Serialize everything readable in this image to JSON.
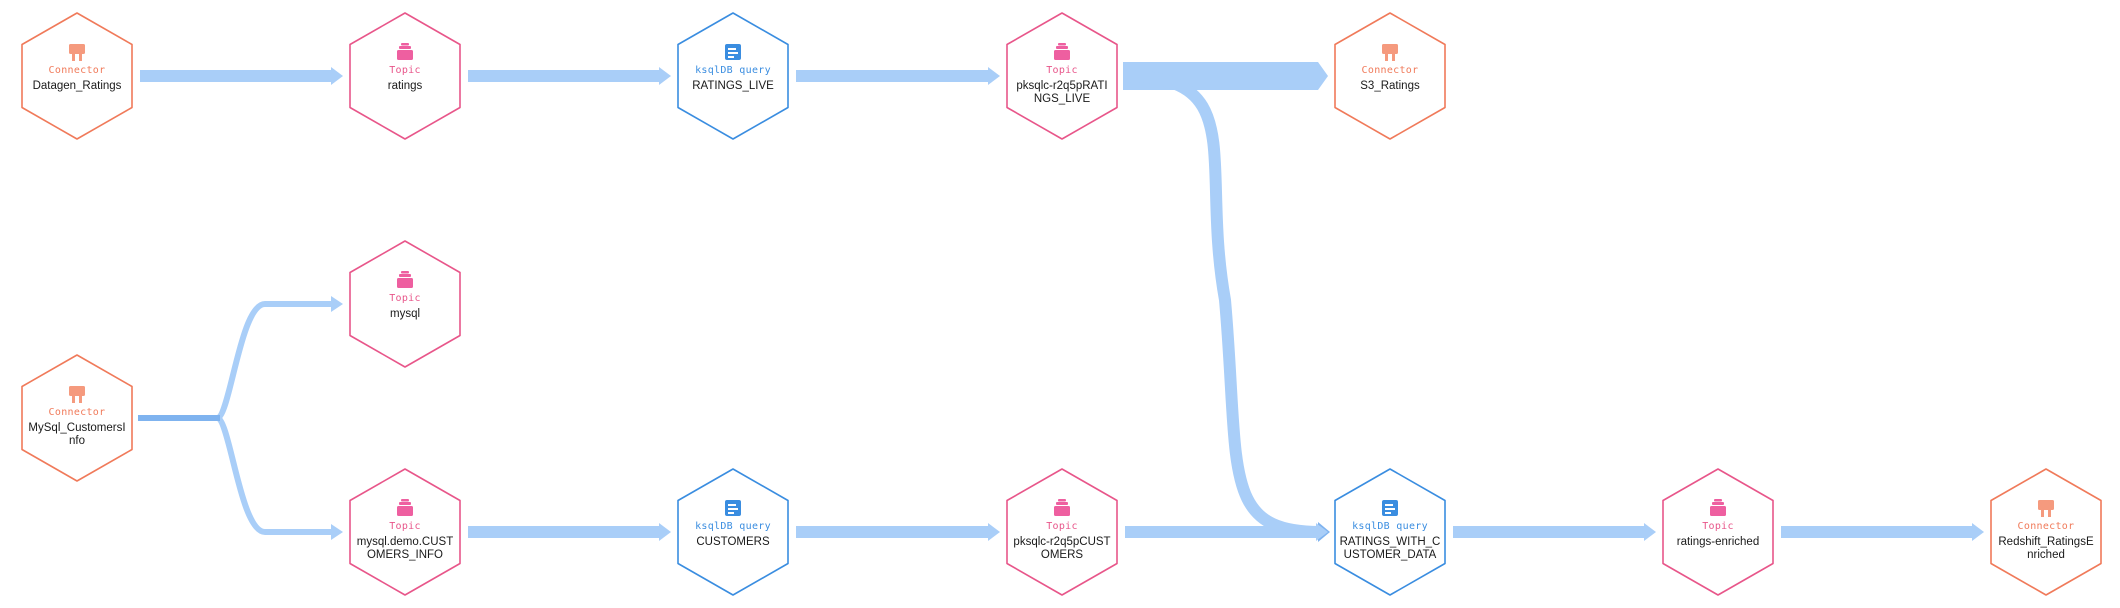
{
  "colors": {
    "connector": "#f07a5a",
    "connector_icon": "#f59a7e",
    "topic": "#e8568a",
    "topic_icon": "#ee5fa0",
    "query": "#3a8de0",
    "query_icon": "#3a8de0",
    "edge": "#a9cef8",
    "edge_dark": "#7fb3ef"
  },
  "nodes": [
    {
      "id": "datagen",
      "type": "connector",
      "type_label": "Connector",
      "name": [
        "Datagen_Ratings"
      ],
      "icon": "connector-icon"
    },
    {
      "id": "ratings",
      "type": "topic",
      "type_label": "Topic",
      "name": [
        "ratings"
      ],
      "icon": "topic-icon"
    },
    {
      "id": "ratings_live_q",
      "type": "query",
      "type_label": "ksqlDB query",
      "name": [
        "RATINGS_LIVE"
      ],
      "icon": "query-icon"
    },
    {
      "id": "pk_ratings_live",
      "type": "topic",
      "type_label": "Topic",
      "name": [
        "pksqlc-r2q5pRATI",
        "NGS_LIVE"
      ],
      "icon": "topic-icon"
    },
    {
      "id": "s3",
      "type": "connector",
      "type_label": "Connector",
      "name": [
        "S3_Ratings"
      ],
      "icon": "connector-icon"
    },
    {
      "id": "mysql",
      "type": "topic",
      "type_label": "Topic",
      "name": [
        "mysql"
      ],
      "icon": "topic-icon"
    },
    {
      "id": "mysql_conn",
      "type": "connector",
      "type_label": "Connector",
      "name": [
        "MySql_CustomersI",
        "nfo"
      ],
      "icon": "connector-icon"
    },
    {
      "id": "mysql_demo",
      "type": "topic",
      "type_label": "Topic",
      "name": [
        "mysql.demo.CUST",
        "OMERS_INFO"
      ],
      "icon": "topic-icon"
    },
    {
      "id": "customers_q",
      "type": "query",
      "type_label": "ksqlDB query",
      "name": [
        "CUSTOMERS"
      ],
      "icon": "query-icon"
    },
    {
      "id": "pk_customers",
      "type": "topic",
      "type_label": "Topic",
      "name": [
        "pksqlc-r2q5pCUST",
        "OMERS"
      ],
      "icon": "topic-icon"
    },
    {
      "id": "ratings_with_q",
      "type": "query",
      "type_label": "ksqlDB query",
      "name": [
        "RATINGS_WITH_C",
        "USTOMER_DATA"
      ],
      "icon": "query-icon"
    },
    {
      "id": "ratings_enriched",
      "type": "topic",
      "type_label": "Topic",
      "name": [
        "ratings-enriched"
      ],
      "icon": "topic-icon"
    },
    {
      "id": "redshift",
      "type": "connector",
      "type_label": "Connector",
      "name": [
        "Redshift_RatingsE",
        "nriched"
      ],
      "icon": "connector-icon"
    }
  ],
  "edges": [
    {
      "from": "datagen",
      "to": "ratings"
    },
    {
      "from": "ratings",
      "to": "ratings_live_q"
    },
    {
      "from": "ratings_live_q",
      "to": "pk_ratings_live"
    },
    {
      "from": "pk_ratings_live",
      "to": "s3"
    },
    {
      "from": "pk_ratings_live",
      "to": "ratings_with_q"
    },
    {
      "from": "mysql_conn",
      "to": "mysql"
    },
    {
      "from": "mysql_conn",
      "to": "mysql_demo"
    },
    {
      "from": "mysql_demo",
      "to": "customers_q"
    },
    {
      "from": "customers_q",
      "to": "pk_customers"
    },
    {
      "from": "pk_customers",
      "to": "ratings_with_q"
    },
    {
      "from": "ratings_with_q",
      "to": "ratings_enriched"
    },
    {
      "from": "ratings_enriched",
      "to": "redshift"
    }
  ]
}
